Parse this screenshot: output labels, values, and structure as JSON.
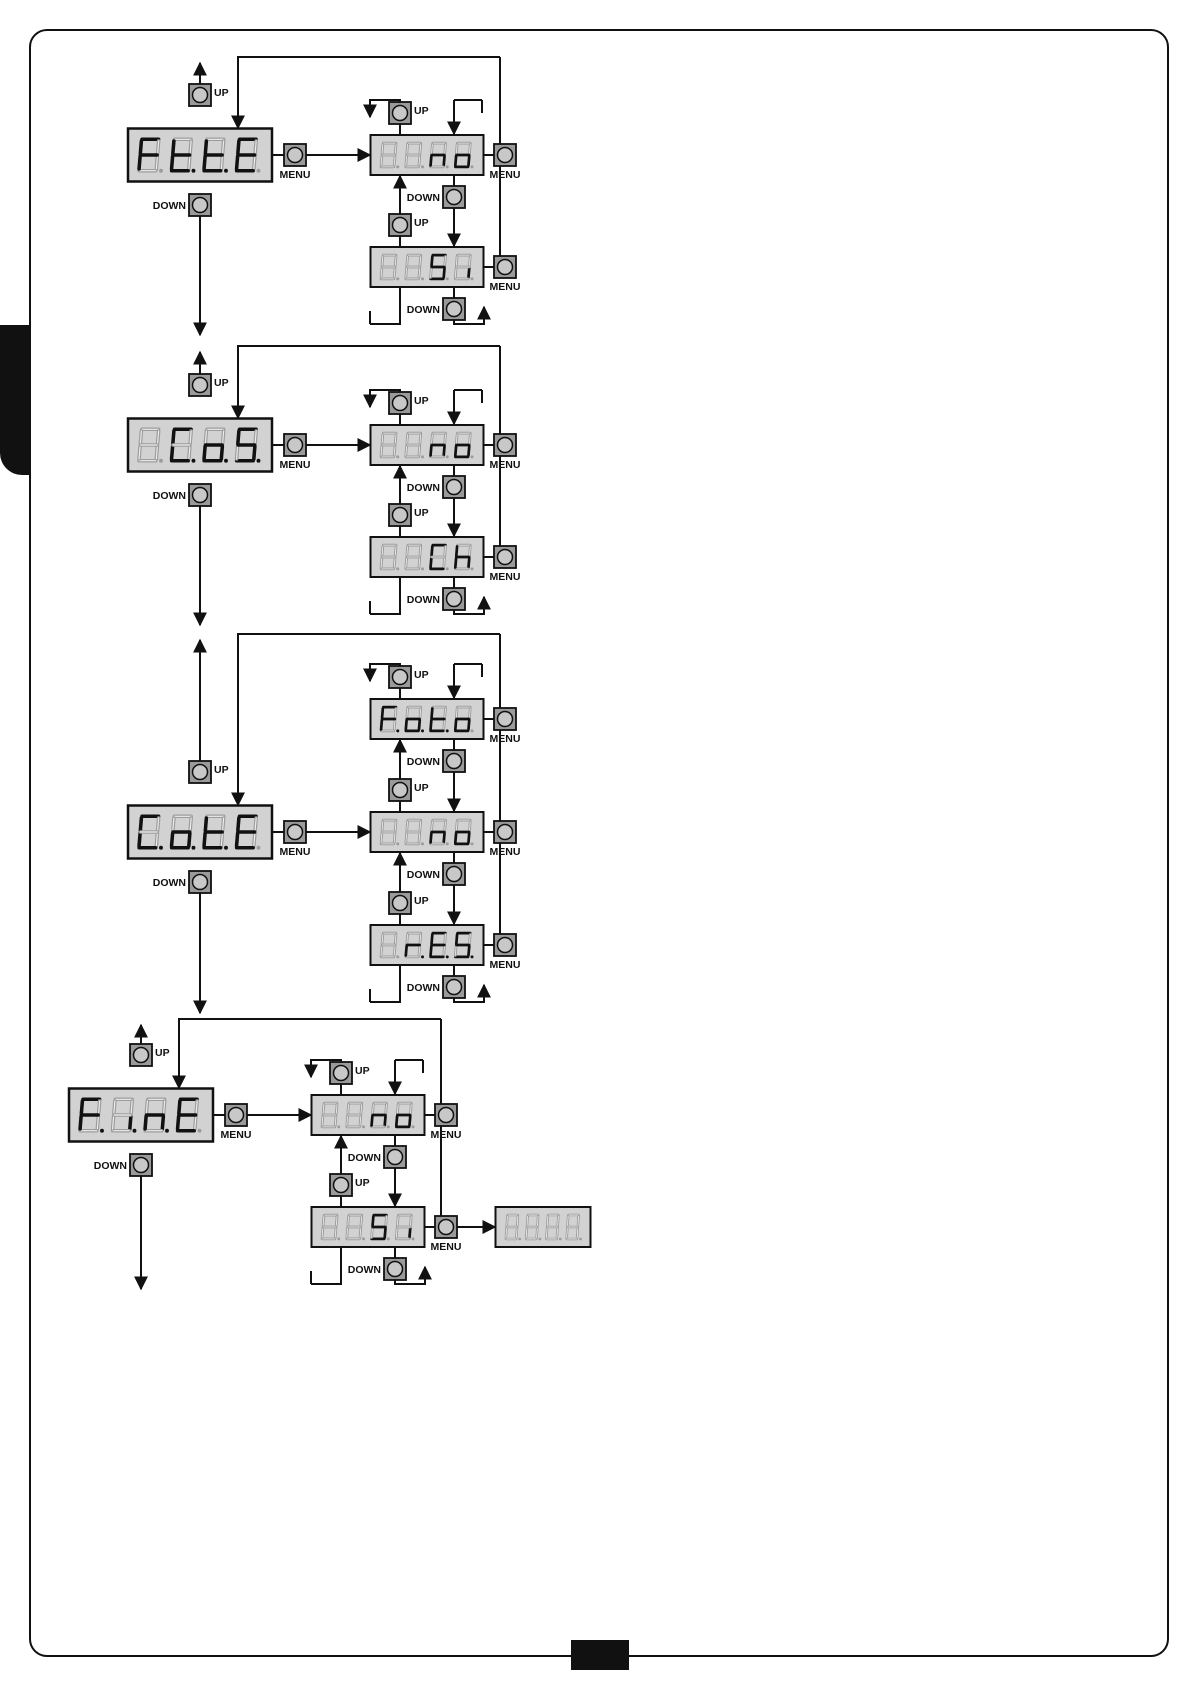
{
  "labels": {
    "up": "UP",
    "down": "DOWN",
    "menu": "MENU"
  },
  "colors": {
    "display_bg": "#d2d2d2",
    "button_bg": "#9a9a9a",
    "line": "#111111",
    "unlit_segment": "#9c9c9c"
  },
  "icons": {
    "button": "push-button-icon",
    "display": "seven-segment-display"
  },
  "sections": [
    {
      "main_display": "Ft.t.E",
      "options": [
        "no",
        "Si"
      ]
    },
    {
      "main_display": "C.o.S.",
      "options": [
        "no",
        "Ch"
      ]
    },
    {
      "main_display": "C.o.t.E",
      "options": [
        "F.o.t.o",
        "no",
        "r.E.S."
      ]
    },
    {
      "main_display": "F.i.n.E",
      "options": [
        "no",
        "Si"
      ],
      "result_display": ""
    }
  ]
}
